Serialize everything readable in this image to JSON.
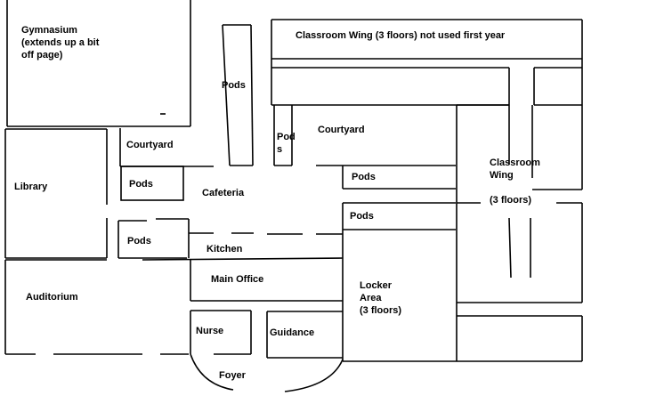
{
  "labels": {
    "gymnasium": "Gymnasium\n(extends up a bit\noff page)",
    "classroom_wing_top": "Classroom Wing (3 floors) not used first year",
    "pods_upper": "Pods",
    "courtyard_left": "Courtyard",
    "pods_small": "Pod\ns",
    "courtyard_right": "Courtyard",
    "library": "Library",
    "pods_left_1": "Pods",
    "cafeteria": "Cafeteria",
    "pods_right_1": "Pods",
    "classroom_wing_right": "Classroom\nWing",
    "three_floors_right": "(3 floors)",
    "pods_right_2": "Pods",
    "pods_left_2": "Pods",
    "kitchen": "Kitchen",
    "main_office": "Main Office",
    "auditorium": "Auditorium",
    "locker_area": "Locker\nArea\n(3 floors)",
    "nurse": "Nurse",
    "guidance": "Guidance",
    "foyer": "Foyer"
  },
  "colors": {
    "ink": "#000000",
    "paper": "#ffffff"
  }
}
